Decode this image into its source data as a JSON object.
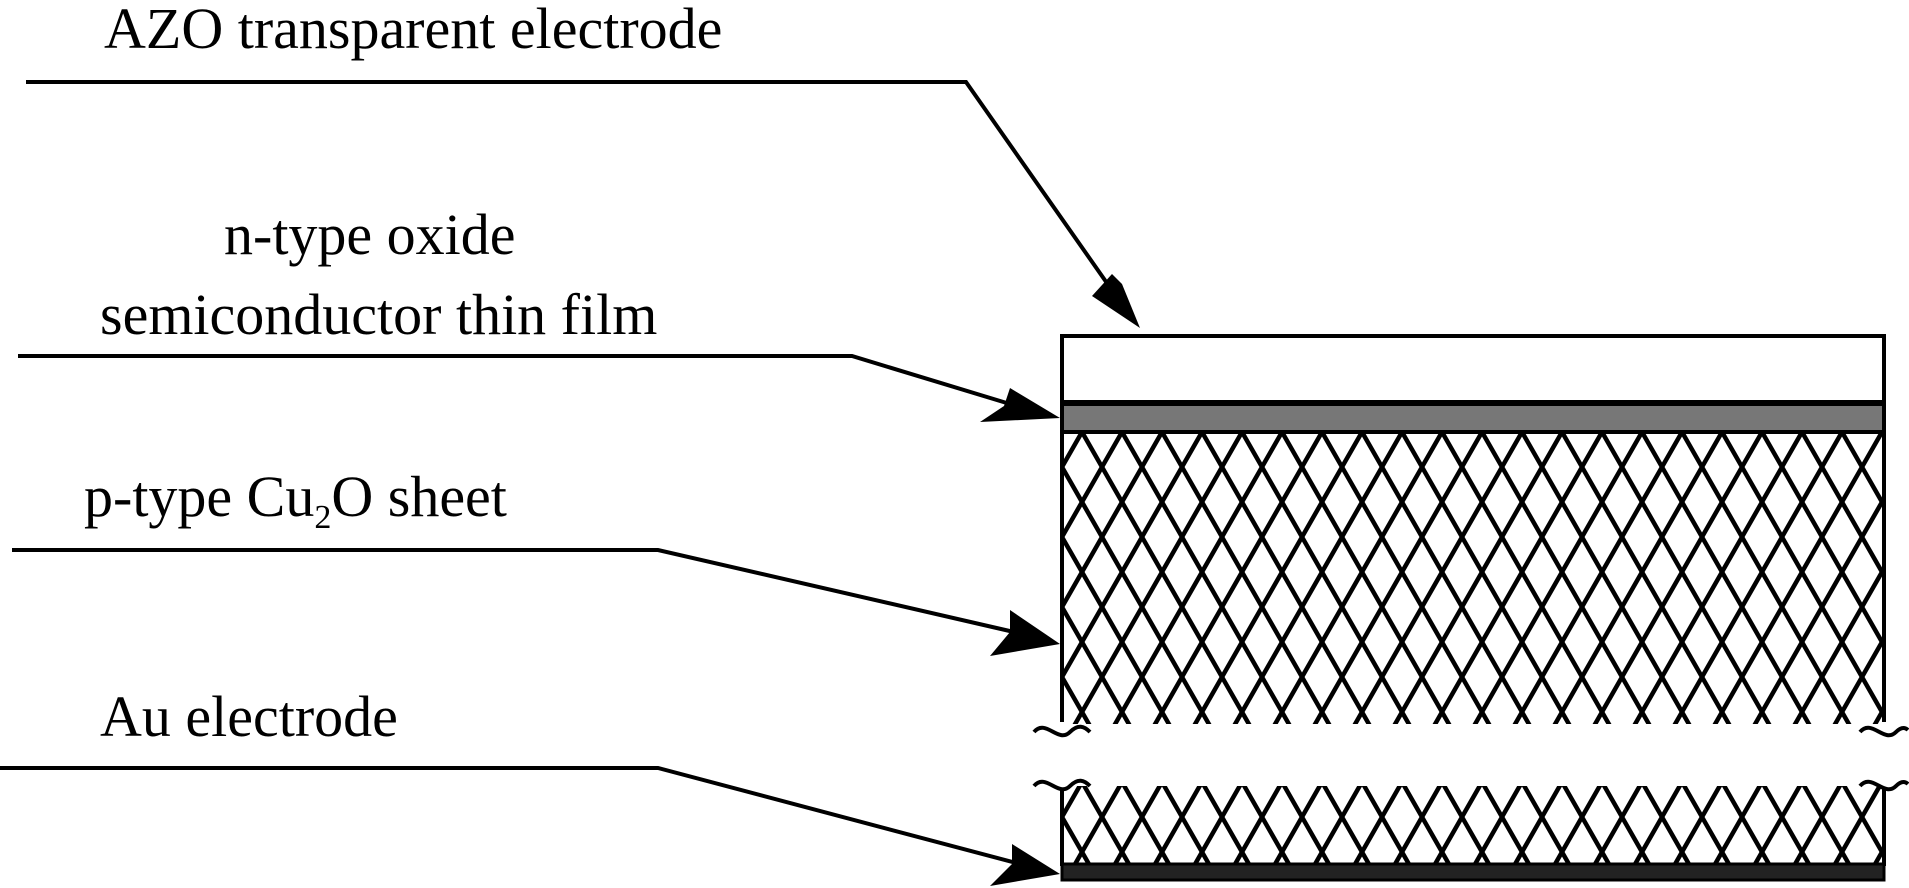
{
  "labels": {
    "azo": "AZO transparent electrode",
    "ntype_line1": "n-type oxide",
    "ntype_line2": "semiconductor thin film",
    "ptype_prefix": "p-type Cu",
    "ptype_subscript": "2",
    "ptype_suffix": "O sheet",
    "au": "Au electrode"
  },
  "colors": {
    "line": "#000000",
    "azo_fill": "#ffffff",
    "ntype_fill": "#777777",
    "hatch": "#000000",
    "au_fill": "#222222"
  }
}
